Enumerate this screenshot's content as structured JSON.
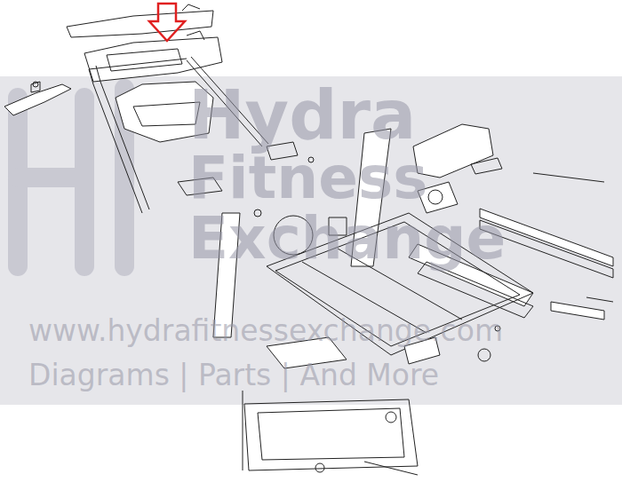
{
  "diagram": {
    "labels": [
      "Hydra",
      "Fitness",
      "Exchange",
      "www.hydrafitnessexchange.com",
      "Diagrams | Parts | And More"
    ]
  }
}
